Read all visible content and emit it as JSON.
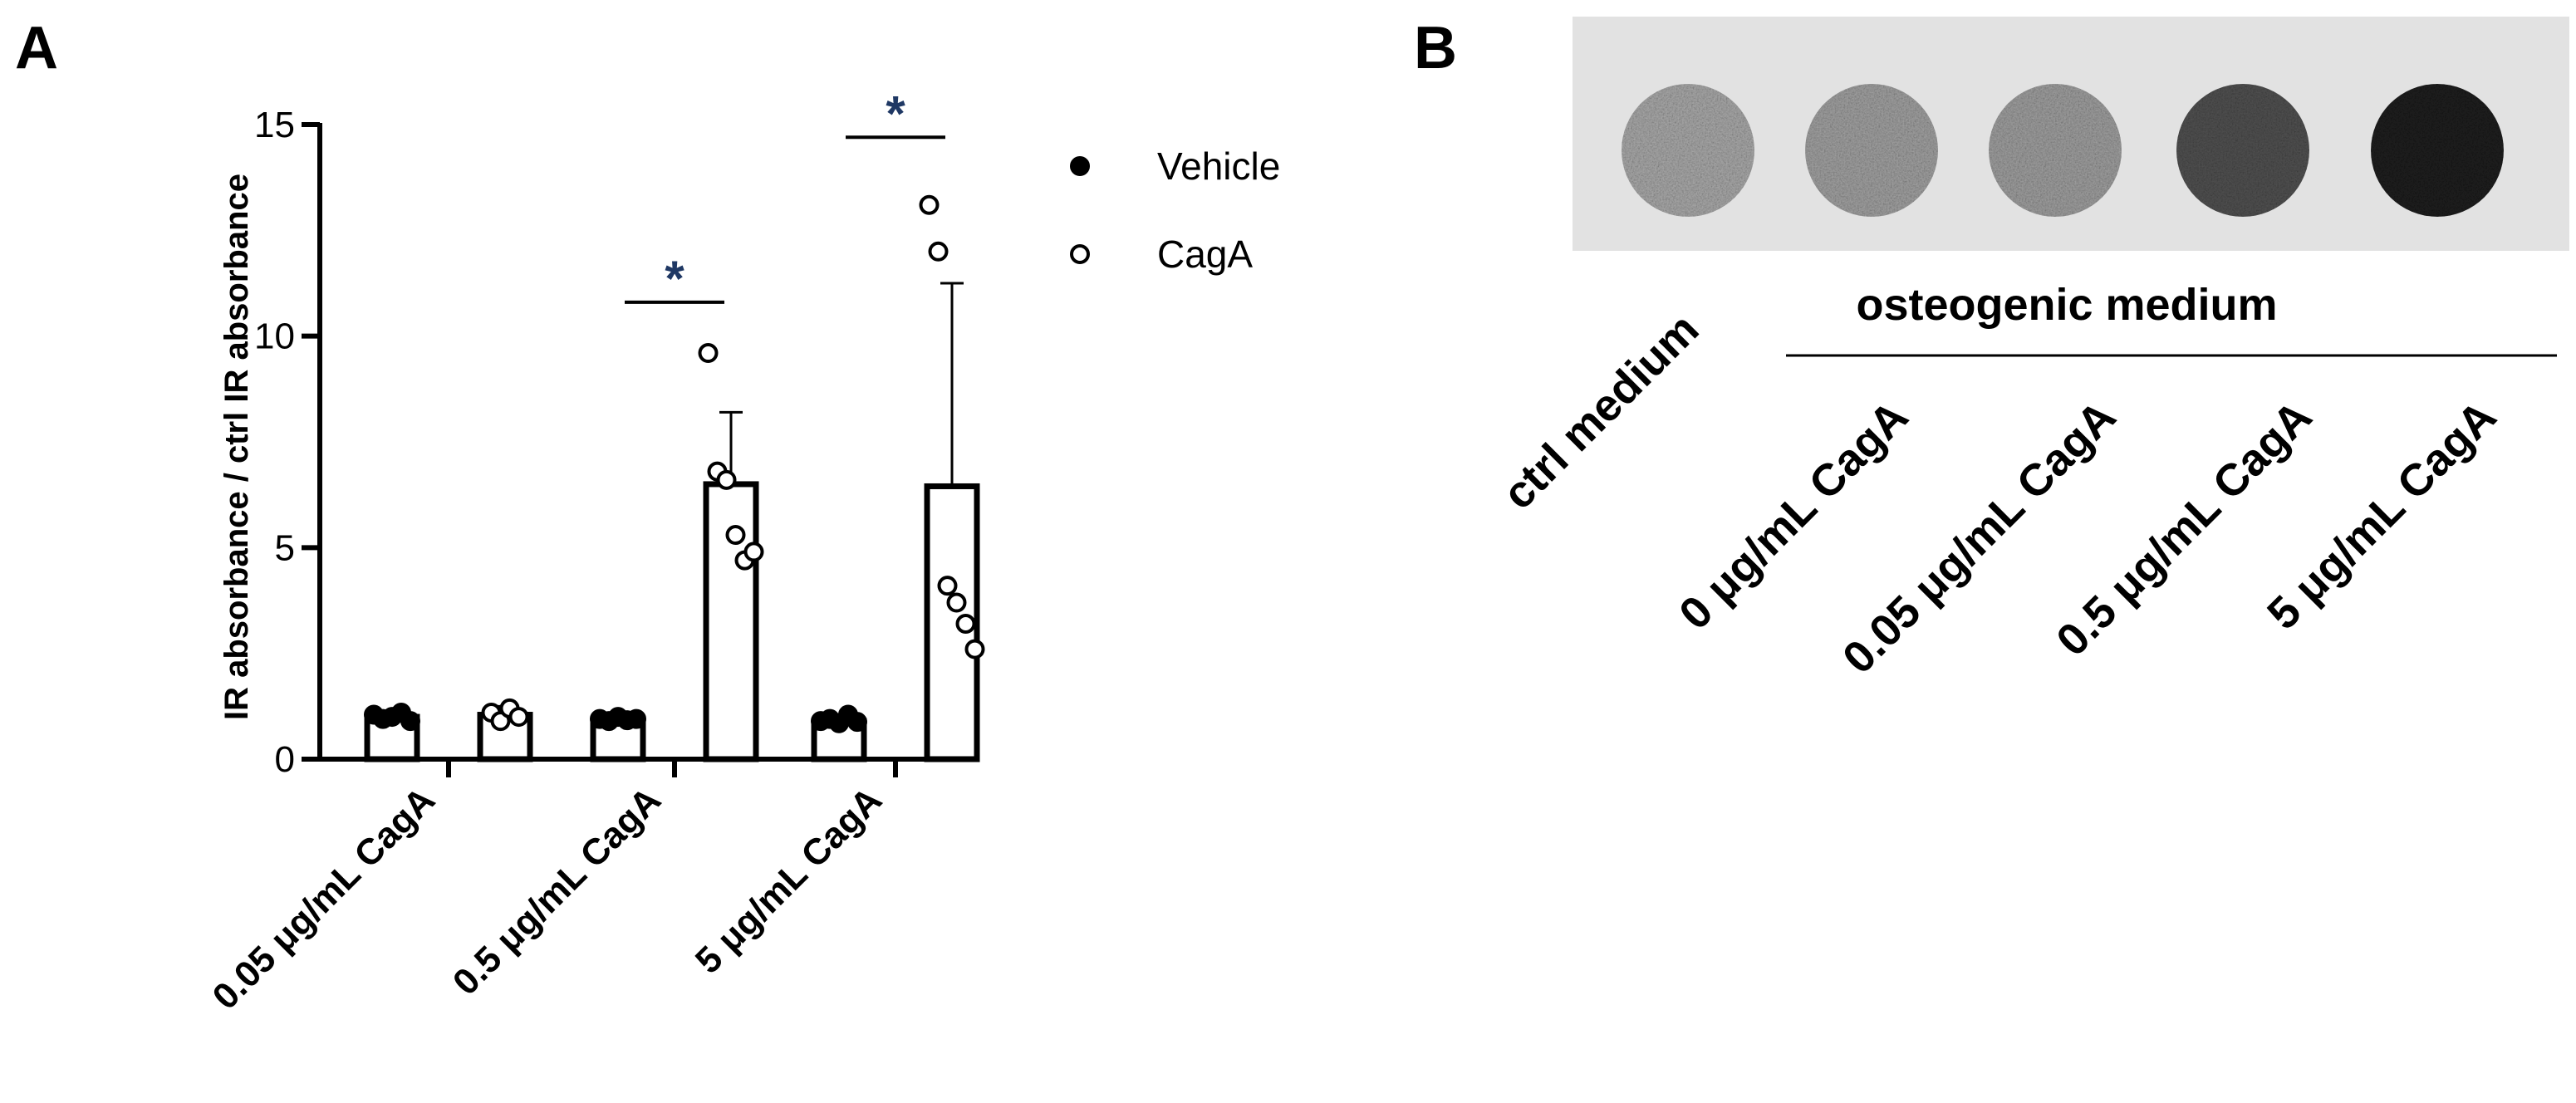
{
  "panels": {
    "a_label": "A",
    "b_label": "B"
  },
  "colors": {
    "axis": "#000000",
    "vehicle_fill": "#000000",
    "cagA_fill": "#ffffff",
    "star": "#1f3864",
    "blot_background": "#e2e2e2"
  },
  "chart_data": {
    "type": "bar",
    "title": "",
    "xlabel": "",
    "ylabel": "IR absorbance / ctrl IR absorbance",
    "ylim": [
      0,
      15
    ],
    "yticks": [
      0,
      5,
      10,
      15
    ],
    "categories": [
      "0.05 μg/mL CagA",
      "0.5 μg/mL CagA",
      "5 μg/mL CagA"
    ],
    "legend_position": "top-right",
    "grid": false,
    "series": [
      {
        "name": "Vehicle",
        "marker": "filled-circle",
        "values": [
          1.0,
          0.95,
          0.9
        ],
        "error": [
          0.08,
          0.07,
          0.1
        ],
        "points": [
          [
            1.05,
            0.95,
            1.0,
            1.1,
            0.9
          ],
          [
            0.95,
            0.9,
            1.0,
            0.92,
            0.95
          ],
          [
            0.9,
            0.95,
            0.85,
            1.05,
            0.88
          ]
        ]
      },
      {
        "name": "CagA",
        "marker": "open-circle",
        "values": [
          1.05,
          6.5,
          6.45
        ],
        "error": [
          0.2,
          1.7,
          4.8
        ],
        "points": [
          [
            1.1,
            0.9,
            1.2,
            1.0
          ],
          [
            9.6,
            6.8,
            6.6,
            5.3,
            4.7,
            4.9
          ],
          [
            13.1,
            12.0,
            4.1,
            3.7,
            3.2,
            2.6
          ]
        ]
      }
    ],
    "annotations": [
      {
        "label": "*",
        "category_index": 1,
        "bracket_y": 10.8
      },
      {
        "label": "*",
        "category_index": 2,
        "bracket_y": 14.7
      }
    ]
  },
  "blot": {
    "spots": [
      {
        "label": "ctrl medium",
        "intensity": 0.33
      },
      {
        "label": "0 μg/mL CagA",
        "intensity": 0.36
      },
      {
        "label": "0.05 μg/mL CagA",
        "intensity": 0.37
      },
      {
        "label": "0.5 μg/mL CagA",
        "intensity": 0.68
      },
      {
        "label": "5 μg/mL CagA",
        "intensity": 0.88
      }
    ],
    "group_label": "osteogenic medium"
  }
}
